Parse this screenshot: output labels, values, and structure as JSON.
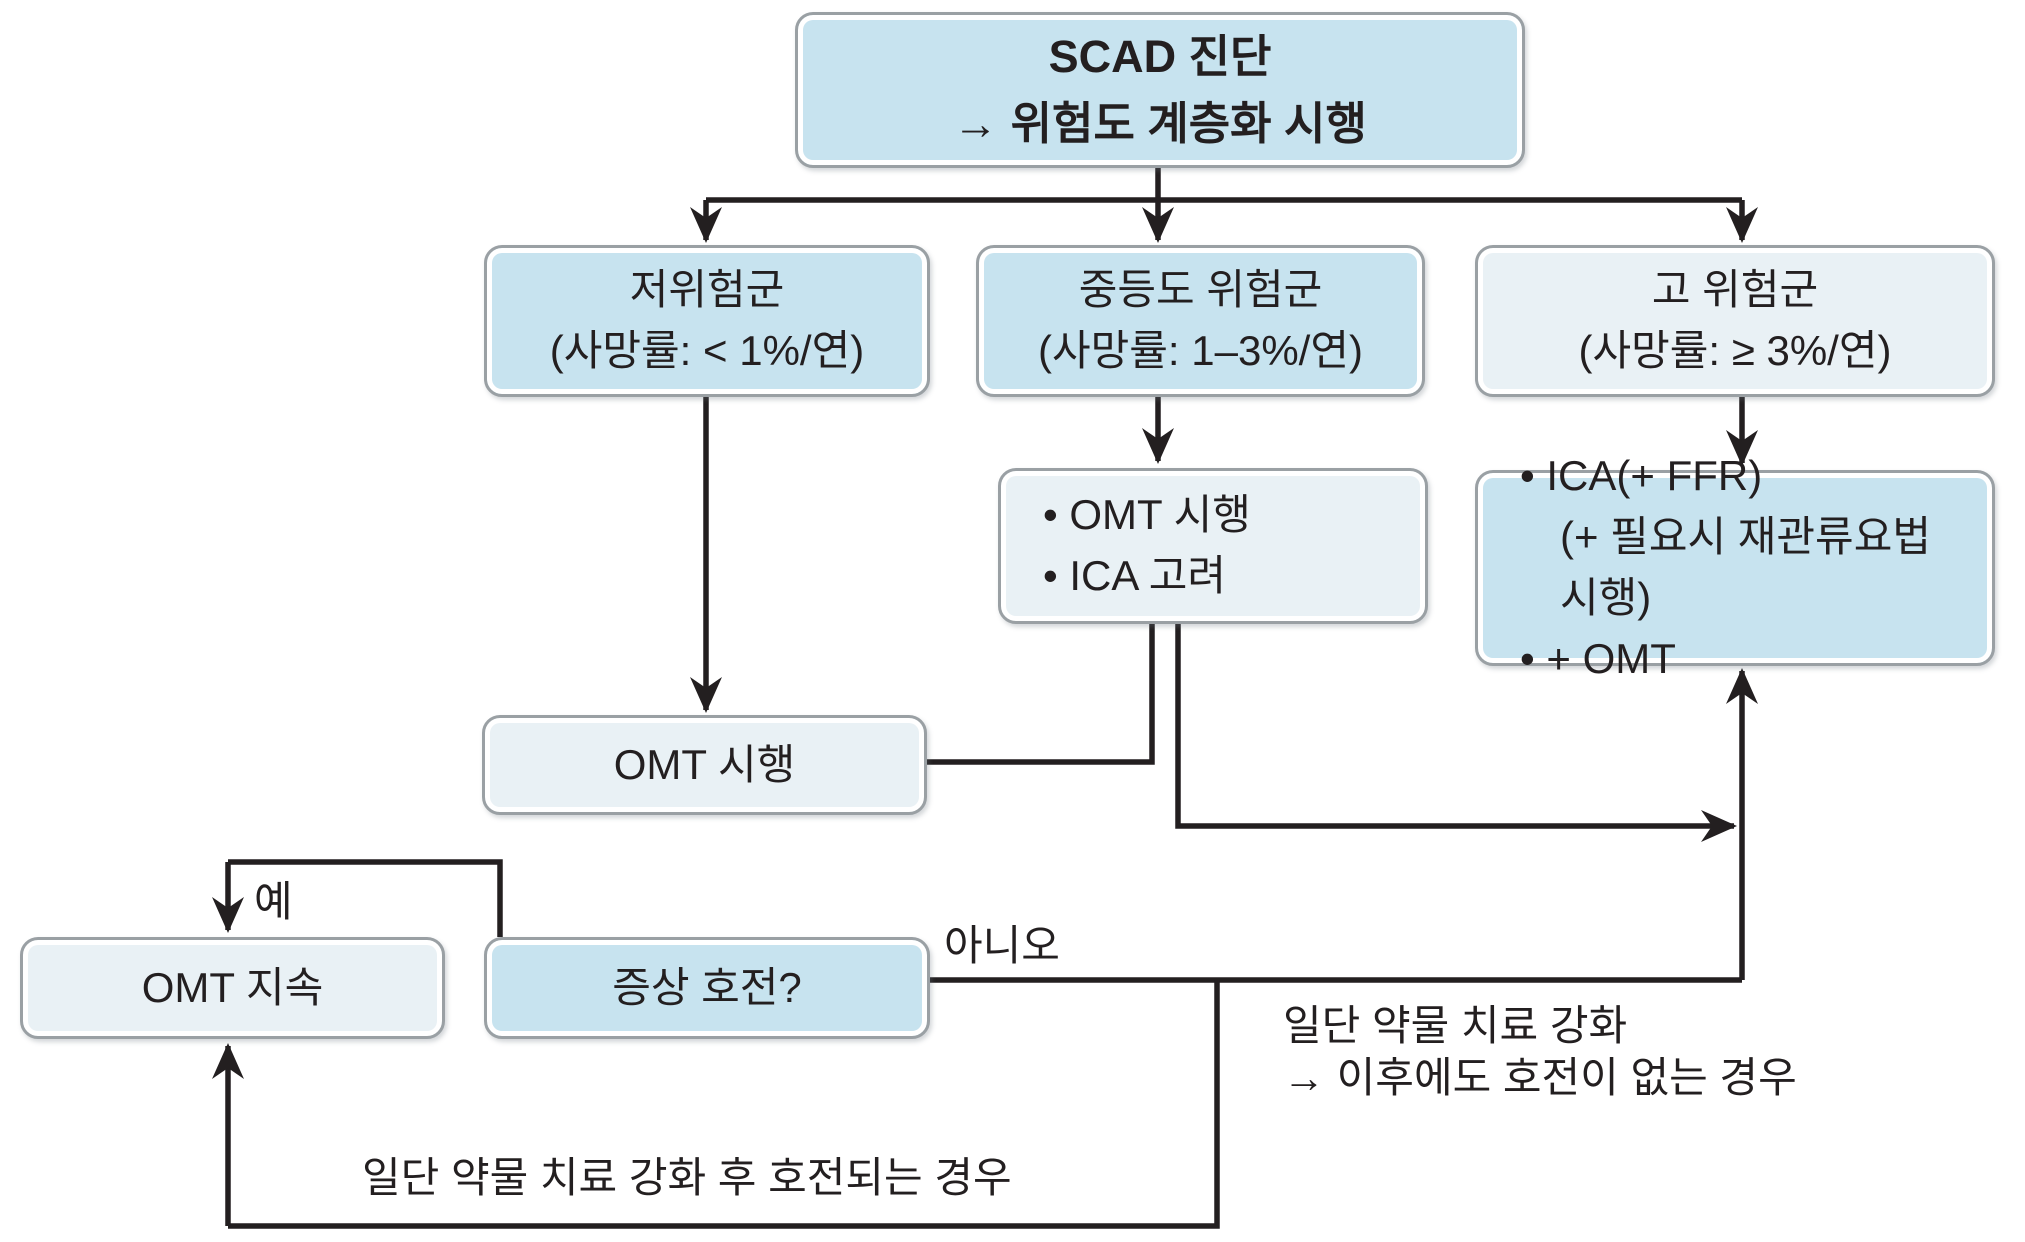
{
  "figure": "SCAD risk stratification treatment flowchart",
  "nodes": {
    "scad": {
      "line1": "SCAD 진단",
      "line2": "→ 위험도 계층화 시행"
    },
    "low_risk": {
      "line1": "저위험군",
      "line2": "(사망률: < 1%/연)"
    },
    "mid_risk": {
      "line1": "중등도 위험군",
      "line2": "(사망률: 1–3%/연)"
    },
    "high_risk": {
      "line1": "고 위험군",
      "line2": "(사망률: ≥ 3%/연)"
    },
    "omt_ica": {
      "line1": "• OMT 시행",
      "line2": "• ICA 고려"
    },
    "ica_ffr": {
      "line1": "• ICA(+ FFR)",
      "line2": "(+ 필요시 재관류요법 시행)",
      "line3": "• + OMT"
    },
    "omt": {
      "line1": "OMT 시행"
    },
    "omt_continue": {
      "line1": "OMT 지속"
    },
    "symptom": {
      "line1": "증상 호전?"
    }
  },
  "labels": {
    "yes": "예",
    "no": "아니오",
    "no_improve_line1": "일단 약물 치료 강화",
    "no_improve_line2": "→ 이후에도 호전이 없는 경우",
    "improve_after_intensify": "일단 약물 치료 강화 후 호전되는 경우"
  },
  "colors": {
    "node_fill_primary": "#c7e3ef",
    "node_fill_secondary": "#e9f1f5",
    "node_border": "#9aa0a4",
    "connector": "#231f20",
    "text": "#231f20",
    "background": "#ffffff"
  }
}
